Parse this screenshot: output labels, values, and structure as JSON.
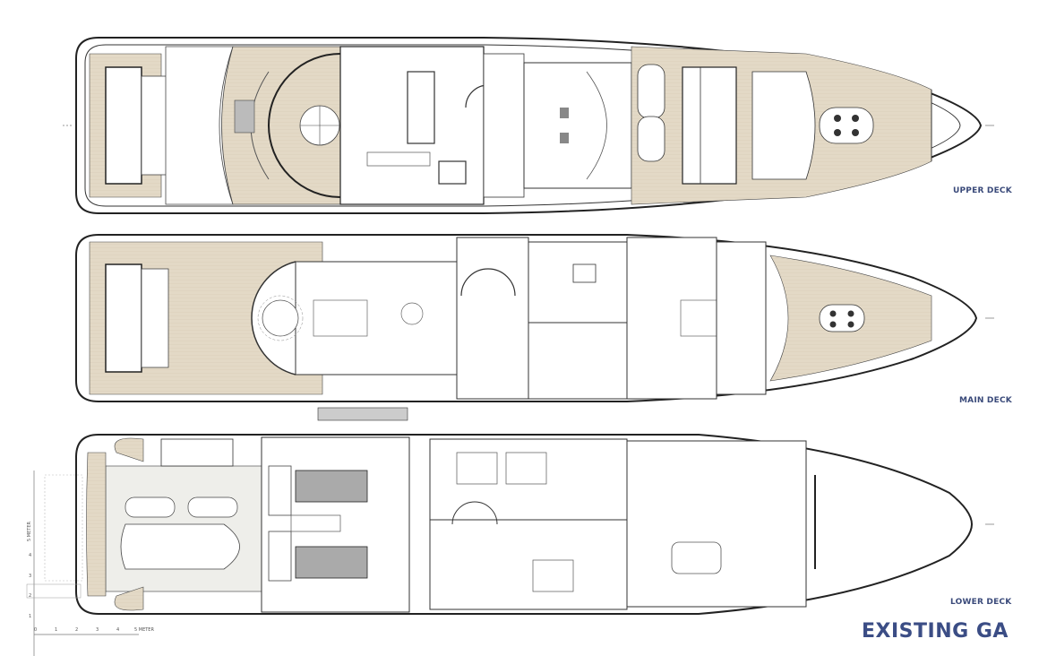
{
  "title": "EXISTING GA",
  "decks": [
    {
      "id": "upper",
      "label": "UPPER DECK"
    },
    {
      "id": "main",
      "label": "MAIN DECK"
    },
    {
      "id": "lower",
      "label": "LOWER DECK"
    }
  ],
  "scale": {
    "horizontal_ticks": [
      "0",
      "1",
      "2",
      "3",
      "4",
      "5 METER"
    ],
    "vertical_ticks": [
      "1",
      "2",
      "3",
      "4",
      "5 METER"
    ]
  },
  "colors": {
    "label": "#3b4d85",
    "teak": "#e3d9c6",
    "line": "#222222",
    "tender_bay": "#eeeeea"
  }
}
